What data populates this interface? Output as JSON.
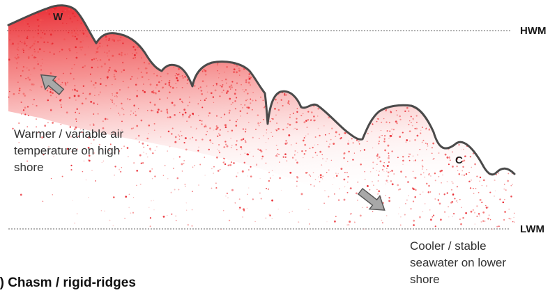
{
  "diagram": {
    "labels": {
      "warm_marker": "W",
      "cool_marker": "C",
      "hwm": "HWM",
      "lwm": "LWM"
    },
    "descriptions": {
      "high_shore": [
        "Warmer / variable air",
        "temperature on high",
        "shore"
      ],
      "low_shore": [
        "Cooler / stable",
        "seawater on lower",
        "shore"
      ]
    },
    "caption": "b) Chasm / rigid-ridges"
  },
  "colors": {
    "stipple": "#e8222a",
    "outline": "#4a4a4a",
    "arrow_fill": "#a8a8a8",
    "arrow_stroke": "#555555",
    "dashed_line": "#666666"
  }
}
